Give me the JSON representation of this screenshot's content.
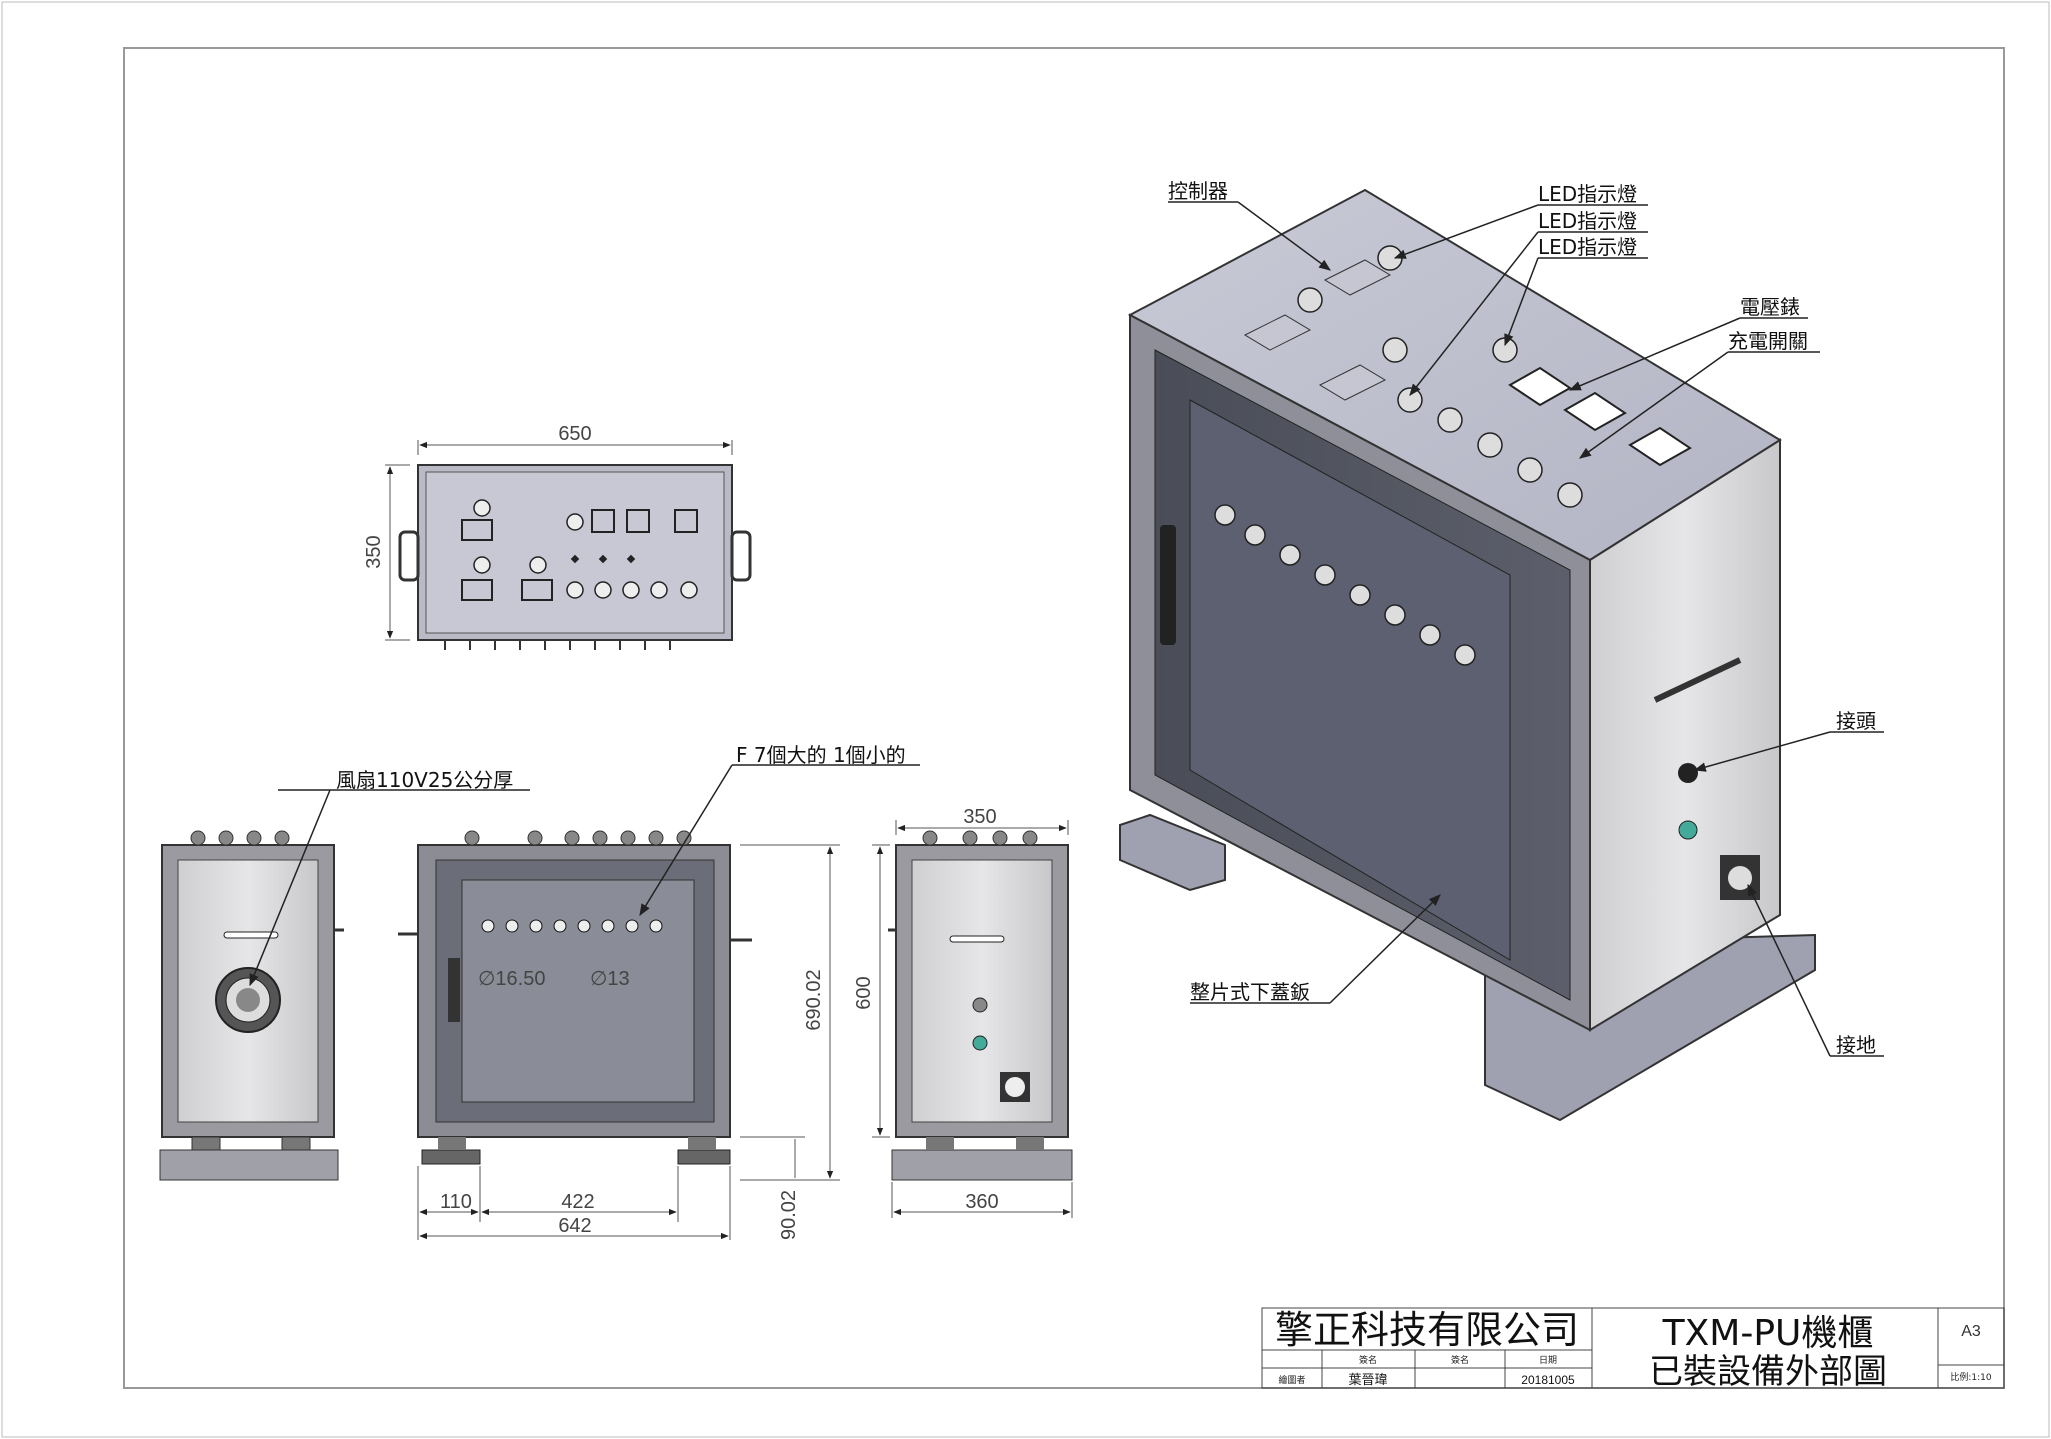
{
  "top_view": {
    "dim_width": "650",
    "dim_height": "350"
  },
  "front_view": {
    "dim_110": "110",
    "dim_422": "422",
    "dim_642": "642",
    "dim_h1": "690.02",
    "dim_h2": "90.02",
    "hole_large": "∅16.50",
    "hole_small": "∅13"
  },
  "side_view": {
    "dim_350": "350",
    "dim_600": "600",
    "dim_360": "360"
  },
  "callouts": {
    "fan": "風扇110V25公分厚",
    "connectors": "F 7個大的 1個小的",
    "controller": "控制器",
    "led1": "LED指示燈",
    "led2": "LED指示燈",
    "led3": "LED指示燈",
    "voltmeter": "電壓錶",
    "charge_switch": "充電開關",
    "connector": "接頭",
    "ground": "接地",
    "bottom_cover": "整片式下蓋鈑"
  },
  "title_block": {
    "company": "擎正科技有限公司",
    "title_line1": "TXM-PU機櫃",
    "title_line2": "已裝設備外部圖",
    "size": "A3",
    "col_sign": "簽名",
    "col_sign2": "簽名",
    "col_date": "日期",
    "row_role": "繪圖者",
    "drawer": "葉晉瑋",
    "date": "20181005",
    "scale": "比例:1:10"
  }
}
